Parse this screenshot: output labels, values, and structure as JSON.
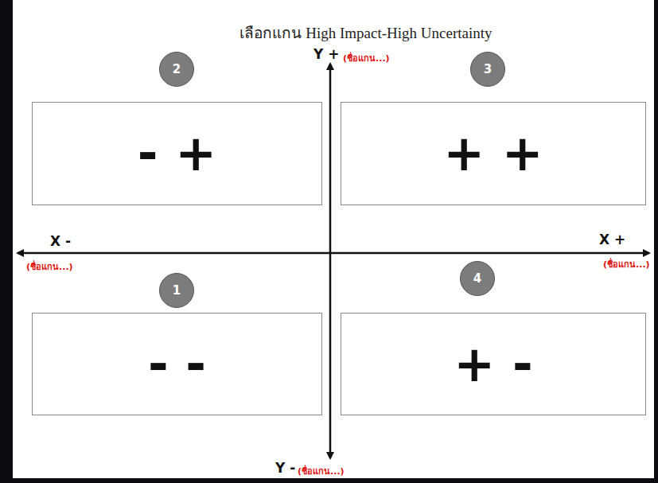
{
  "diagram": {
    "title": "เลือกแกน High Impact-High Uncertainty",
    "nodes": [
      {
        "text": [
          "2"
        ]
      },
      {
        "text": [
          "3"
        ]
      },
      {
        "text": [
          "- +"
        ]
      },
      {
        "text": [
          "+ +"
        ]
      },
      {
        "text": [
          "1"
        ]
      },
      {
        "text": [
          "4"
        ]
      },
      {
        "text": [
          "- -"
        ]
      },
      {
        "text": [
          "+ -"
        ]
      }
    ],
    "labels": [
      "Y +",
      "(ชื่อแกน...)",
      "X -",
      "(ชื่อแกน...)",
      "X +",
      "(ชื่อแกน...)",
      "Y -",
      "(ชื่อแกน...)"
    ]
  }
}
